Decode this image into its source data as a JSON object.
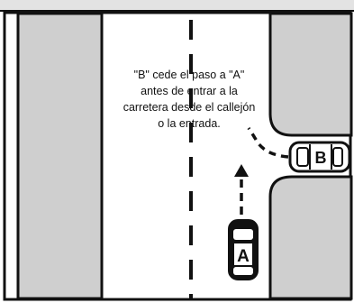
{
  "caption": "\"B\" cede el paso a \"A\"\nantes de entrar a la\ncarretera desde el callejón\no la entrada.",
  "cars": {
    "a_label": "A",
    "b_label": "B"
  },
  "colors": {
    "curb_gray": "#cfcfcf",
    "road": "#ffffff",
    "ink": "#111111"
  }
}
